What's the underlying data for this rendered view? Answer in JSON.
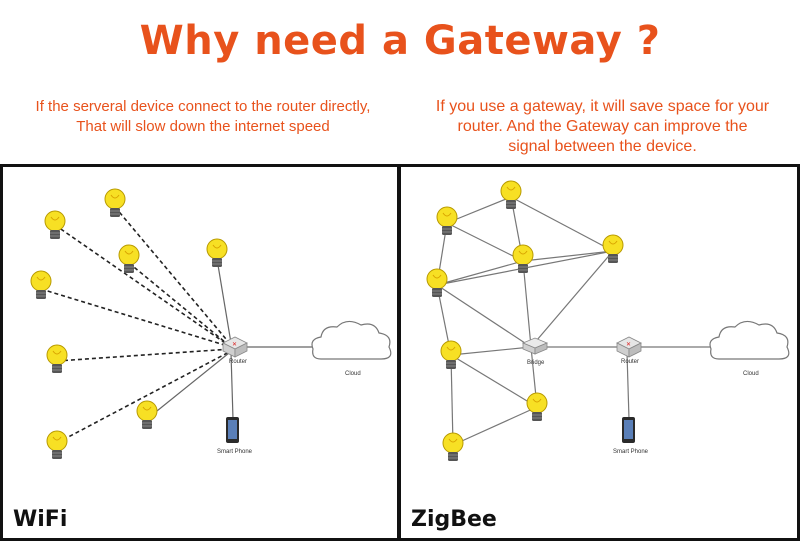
{
  "title": "Why need a Gateway ?",
  "left_caption": {
    "line1": "If the serveral device connect to the router directly,",
    "line2": "That will slow down the internet speed"
  },
  "right_caption": {
    "line1": "If you use a gateway, it will save space for your",
    "line2": "router. And the Gateway can improve the",
    "line3": "signal between the device."
  },
  "wifi_panel": {
    "label": "WiFi",
    "router_label": "Router",
    "cloud_label": "Cloud",
    "phone_label": "Smart Phone"
  },
  "zigbee_panel": {
    "label": "ZigBee",
    "bridge_label": "Bridge",
    "router_label": "Router",
    "cloud_label": "Cloud",
    "phone_label": "Smart Phone"
  },
  "colors": {
    "accent": "#e8521c",
    "bulb": "#f7e024",
    "border": "#111111"
  }
}
